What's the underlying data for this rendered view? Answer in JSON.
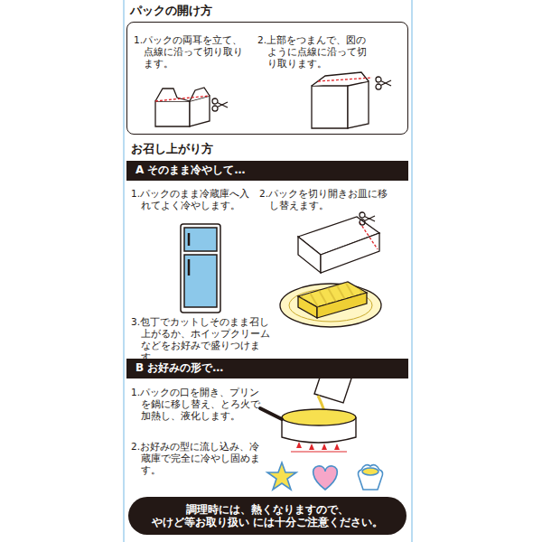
{
  "diagram": {
    "nodes": [
      {
        "text": [
          "パックの開け方",
          "1.パックの両耳を立て、点線に沿って切り取ります。",
          "2.上部をつまんで、図のように点線に沿って切り取ります。"
        ]
      },
      {
        "text": [
          "A そのまま冷やして…"
        ]
      },
      {
        "text": [
          "B お好みの形で…"
        ]
      },
      {
        "text": [
          "調理時には、熱くなりますので、 やけど等お取り扱い には十分ご注意ください。"
        ]
      }
    ],
    "labels": [
      "お召し上がり方",
      "1.パックのまま冷蔵庫へ入れてよく冷やします。",
      "2.パックを切り開きお皿に移し替えます。",
      "3.包丁でカットしそのまま召し上がるか、ホイップクリームなどをお好みで盛りつけます。",
      "1.パックの口を開き、プリンを鍋に移し替え、とろ火で加熱し、液化します。",
      "2.お好みの型に流し込み、冷蔵庫で完全に冷やし固めます。"
    ]
  }
}
